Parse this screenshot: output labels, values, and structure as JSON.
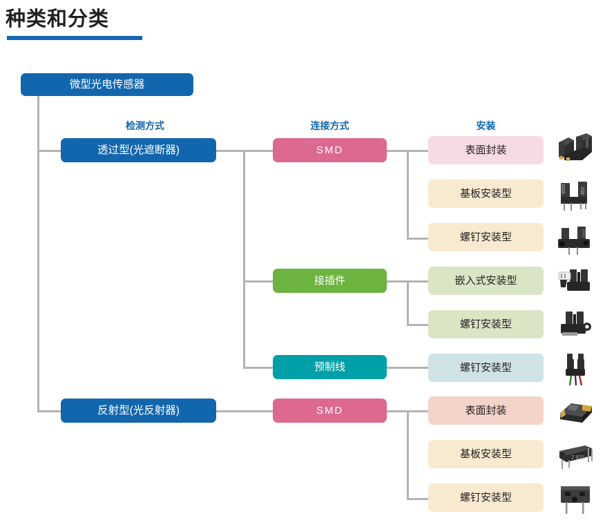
{
  "page": {
    "title": "种类和分类"
  },
  "root": {
    "label": "微型光电传感器"
  },
  "columns": [
    {
      "caption": "检测方式"
    },
    {
      "caption": "连接方式"
    },
    {
      "caption": "安装"
    }
  ],
  "types": [
    {
      "label": "透过型(光遮断器)"
    },
    {
      "label": "反射型(光反射器)"
    }
  ],
  "connections": [
    {
      "label": "SMD",
      "style": "smd"
    },
    {
      "label": "接插件",
      "style": "conn"
    },
    {
      "label": "预制线",
      "style": "wire"
    },
    {
      "label": "SMD",
      "style": "smd"
    }
  ],
  "mountings": [
    {
      "label": "表面封装",
      "style": "m-pink"
    },
    {
      "label": "基板安装型",
      "style": "m-cream"
    },
    {
      "label": "螺钉安装型",
      "style": "m-cream"
    },
    {
      "label": "嵌入式安装型",
      "style": "m-green"
    },
    {
      "label": "螺钉安装型",
      "style": "m-green"
    },
    {
      "label": "螺钉安装型",
      "style": "m-blue"
    },
    {
      "label": "表面封装",
      "style": "m-pink2"
    },
    {
      "label": "基板安装型",
      "style": "m-cream"
    },
    {
      "label": "螺钉安装型",
      "style": "m-cream"
    }
  ],
  "photos": [
    {
      "alt": "u-slot-smd-photointerrupter"
    },
    {
      "alt": "u-slot-through-hole-photointerrupter"
    },
    {
      "alt": "u-slot-screw-mount-photointerrupter"
    },
    {
      "alt": "connector-embedded-photointerrupter"
    },
    {
      "alt": "connector-screw-mount-photointerrupter"
    },
    {
      "alt": "cable-lead-photointerrupter"
    },
    {
      "alt": "smd-photoreflector"
    },
    {
      "alt": "through-hole-photoreflector"
    },
    {
      "alt": "screw-mount-photoreflector"
    }
  ],
  "colors": {
    "brand_blue": "#1266ae",
    "rule_blue": "#1667b1",
    "line_gray": "#b3b3b3",
    "smd_pink": "#dd6990",
    "connector_green": "#6cb33f",
    "wire_teal": "#00a0a8"
  }
}
